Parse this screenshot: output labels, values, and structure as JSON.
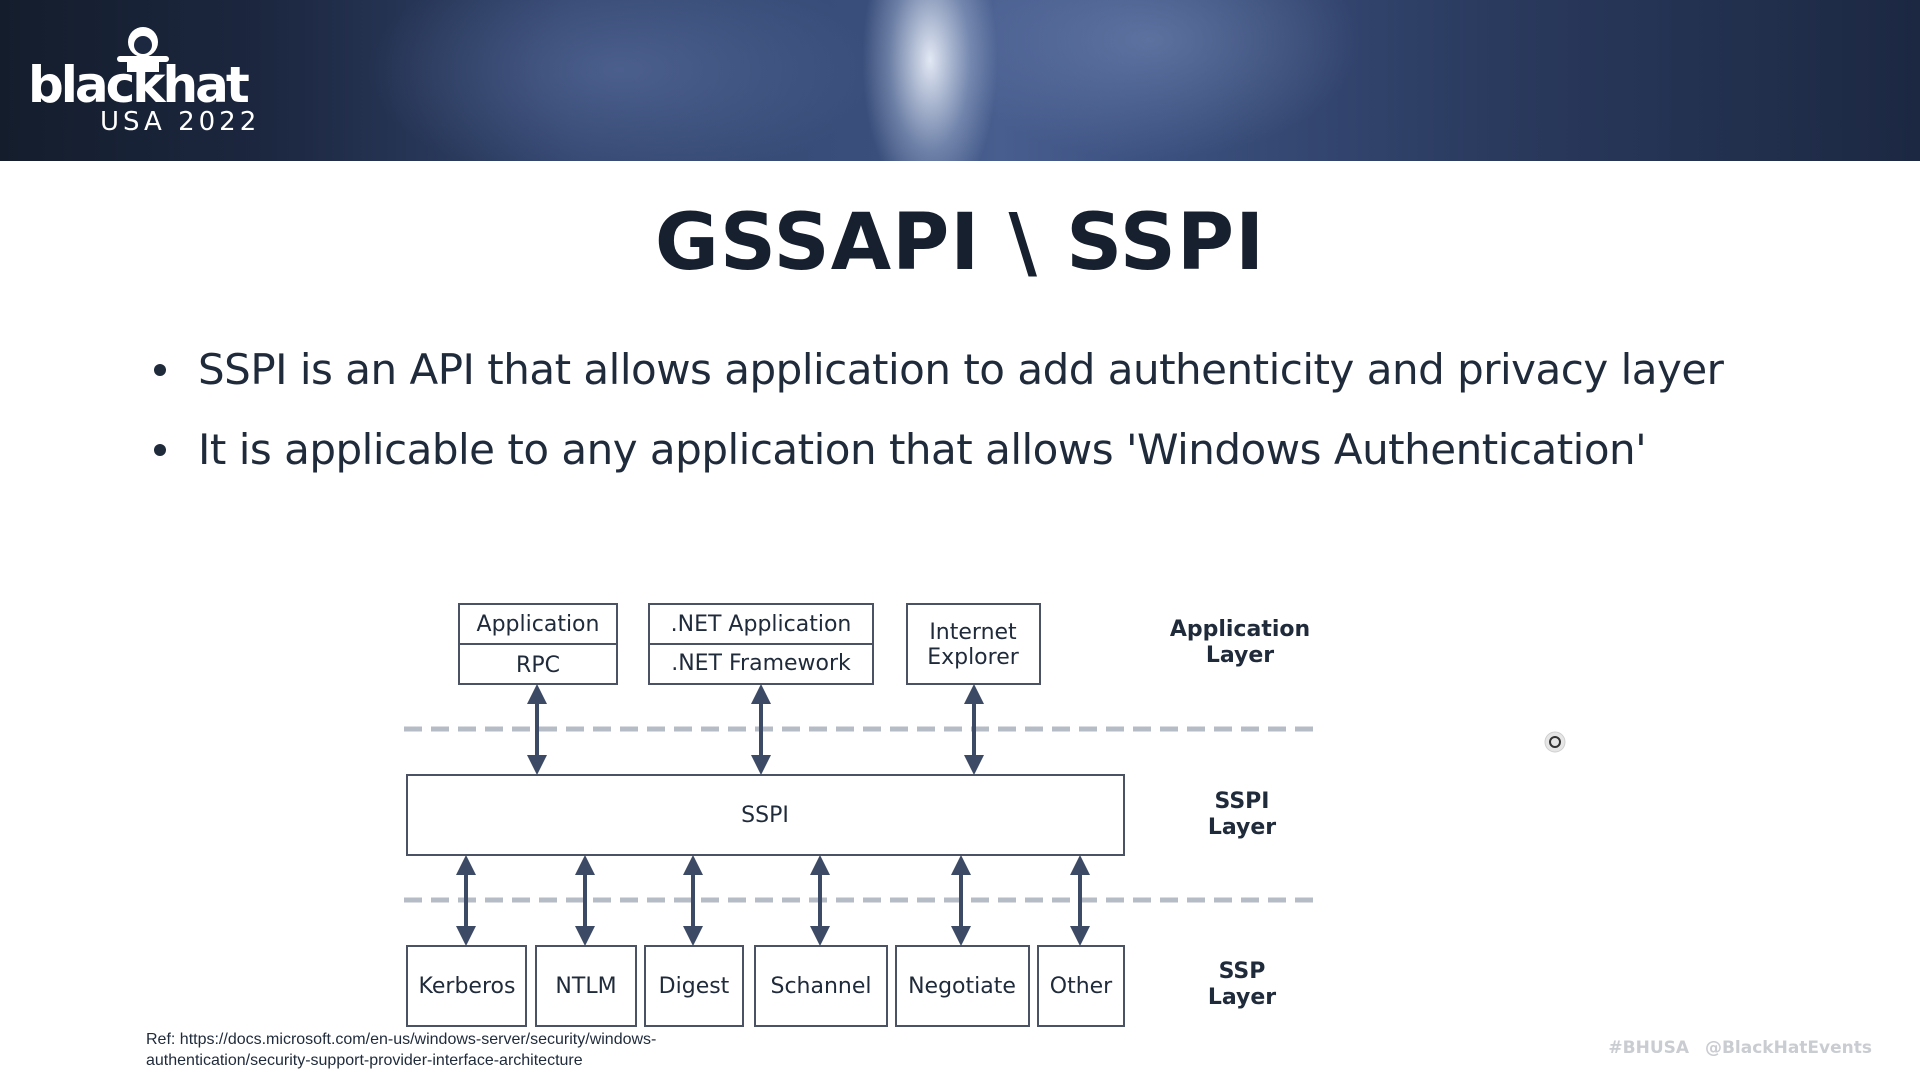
{
  "logo": {
    "brand": "blackhat",
    "event": "USA 2022",
    "icon": "hat-icon"
  },
  "slide": {
    "title": "GSSAPI \\ SSPI",
    "bullets": [
      "SSPI is an API that allows application to add authenticity and privacy layer",
      "It is applicable to any application that allows 'Windows Authentication'"
    ]
  },
  "diagram": {
    "app_boxes": [
      {
        "top": "Application",
        "bottom": "RPC"
      },
      {
        "top": ".NET Application",
        "bottom": ".NET Framework"
      },
      {
        "line1": "Internet",
        "line2": "Explorer"
      }
    ],
    "sspi_box": "SSPI",
    "ssp_boxes": [
      "Kerberos",
      "NTLM",
      "Digest",
      "Schannel",
      "Negotiate",
      "Other"
    ],
    "layers": [
      {
        "line1": "Application",
        "line2": "Layer"
      },
      {
        "line1": "SSPI",
        "line2": "Layer"
      },
      {
        "line1": "SSP",
        "line2": "Layer"
      }
    ]
  },
  "reference": {
    "line1": "Ref: https://docs.microsoft.com/en-us/windows-server/security/windows-",
    "line2": "authentication/security-support-provider-interface-architecture"
  },
  "footer": {
    "hashtag": "#BHUSA",
    "handle": "@BlackHatEvents"
  },
  "colors": {
    "title": "#17202e",
    "text": "#1f2a3a",
    "arrow": "#3d4a66",
    "dash": "#b6bcc6"
  }
}
